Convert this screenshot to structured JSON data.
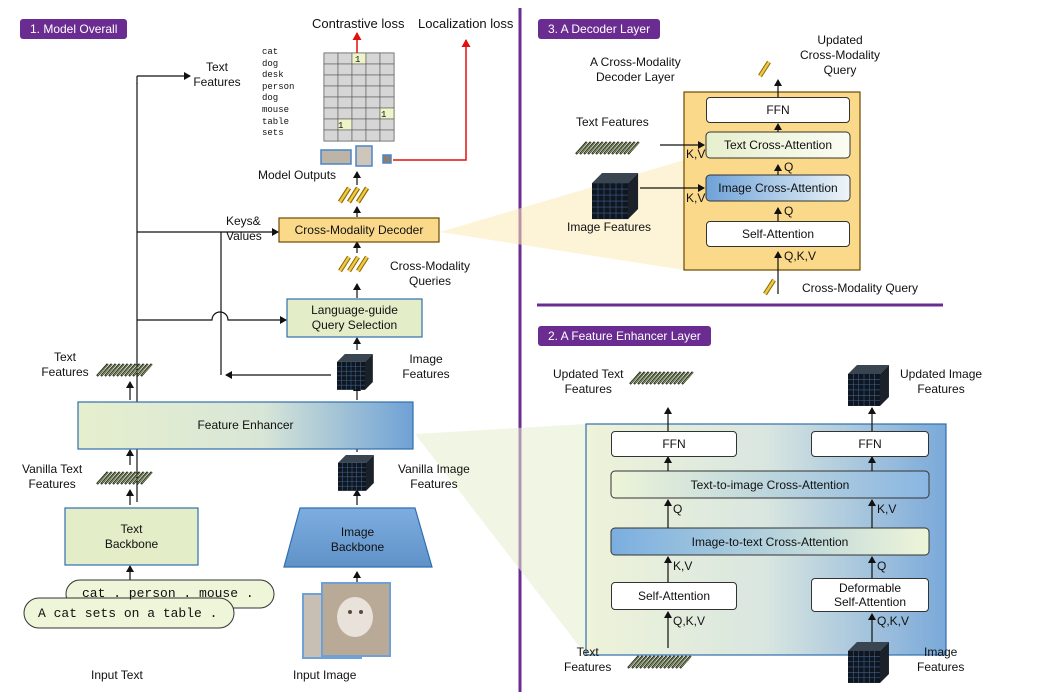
{
  "sections": {
    "model_overall": "1. Model Overall",
    "decoder_layer": "3. A Decoder Layer",
    "feature_enhancer_layer": "2. A Feature Enhancer Layer"
  },
  "overall": {
    "contrastive_loss": "Contrastive loss",
    "localization_loss": "Localization loss",
    "text_features_top": "Text\nFeatures",
    "sim_words": [
      "cat",
      "dog",
      "desk",
      "person",
      "dog",
      "mouse",
      "table",
      "sets"
    ],
    "sim_ones": [
      "1",
      "1",
      "1"
    ],
    "model_outputs": "Model Outputs",
    "keys_values": "Keys&\nValues",
    "cross_modality_decoder": "Cross-Modality Decoder",
    "cross_modality_queries": "Cross-Modality\nQueries",
    "query_selection": "Language-guide\nQuery Selection",
    "text_features_mid": "Text\nFeatures",
    "image_features_mid": "Image\nFeatures",
    "feature_enhancer": "Feature Enhancer",
    "vanilla_text_features": "Vanilla Text\nFeatures",
    "vanilla_image_features": "Vanilla Image\nFeatures",
    "text_backbone": "Text\nBackbone",
    "image_backbone": "Image\nBackbone",
    "prompt_1": "cat . person . mouse .",
    "prompt_2": "A cat sets on a table .",
    "input_text": "Input Text",
    "input_image": "Input Image"
  },
  "decoder": {
    "layer_title": "A Cross-Modality\nDecoder Layer",
    "updated_query": "Updated\nCross-Modality\nQuery",
    "ffn": "FFN",
    "text_cross_attention": "Text Cross-Attention",
    "image_cross_attention": "Image Cross-Attention",
    "self_attention": "Self-Attention",
    "text_features": "Text Features",
    "image_features": "Image Features",
    "kv_1": "K,V",
    "kv_2": "K,V",
    "q_1": "Q",
    "q_2": "Q",
    "qkv": "Q,K,V",
    "cross_modality_query": "Cross-Modality Query"
  },
  "enhancer": {
    "updated_text_features": "Updated Text\nFeatures",
    "updated_image_features": "Updated Image\nFeatures",
    "ffn_left": "FFN",
    "ffn_right": "FFN",
    "text_to_image": "Text-to-image Cross-Attention",
    "image_to_text": "Image-to-text Cross-Attention",
    "self_attention": "Self-Attention",
    "deformable": "Deformable\nSelf-Attention",
    "q_left": "Q",
    "kv_right": "K,V",
    "kv_left": "K,V",
    "q_right": "Q",
    "qkv_left": "Q,K,V",
    "qkv_right": "Q,K,V",
    "text_features": "Text\nFeatures",
    "image_features": "Image\nFeatures"
  },
  "colors": {
    "purple": "#6b2c91",
    "box_green": "#e3edc8",
    "box_blue": "#6fa1d6",
    "decoder_yellow": "#fbd98a",
    "red": "#e01010"
  }
}
